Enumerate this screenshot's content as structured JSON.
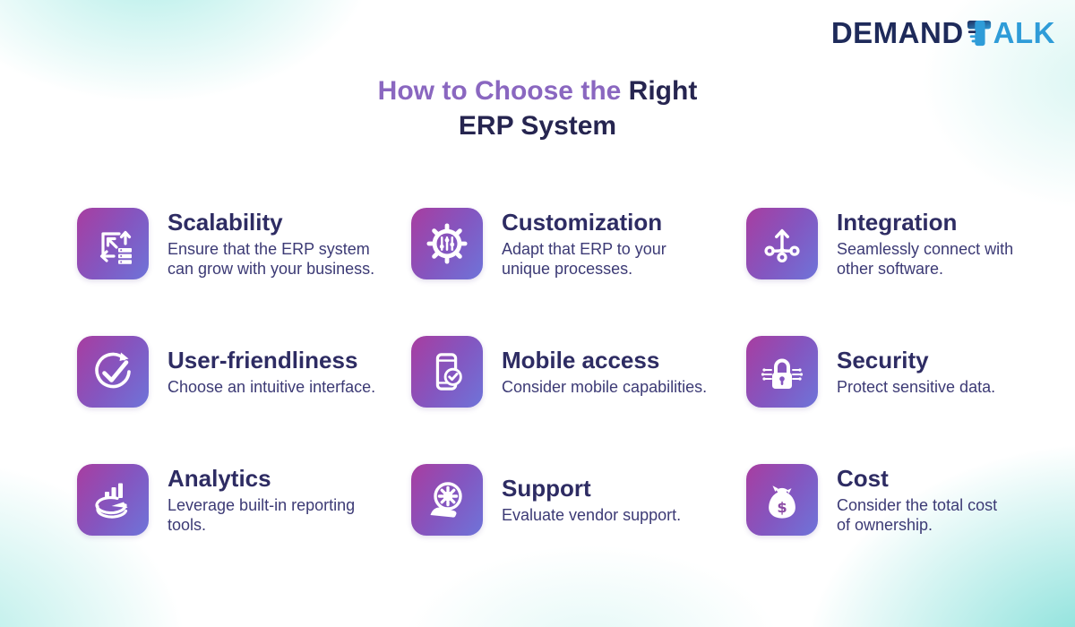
{
  "logo": {
    "part1": "DEMAND",
    "part2": "ALK",
    "t_icon": "logo-t-icon",
    "navy": "#1e2a5a",
    "blue": "#2f9cd8"
  },
  "title": {
    "line1_purple": "How to Choose the",
    "line1_dark": " Right",
    "line2": "ERP System"
  },
  "colors": {
    "heading_purple": "#8a67c0",
    "heading_dark": "#262550",
    "card_title": "#2e2c63",
    "card_description": "#3c3a75",
    "tile_gradient_start": "#a83da0",
    "tile_gradient_end": "#6e74d9",
    "background_glow": "#56d4cb"
  },
  "cards": [
    {
      "icon": "scalability-icon",
      "title": "Scalability",
      "description": "Ensure that the ERP system\ncan grow with your business."
    },
    {
      "icon": "customization-icon",
      "title": "Customization",
      "description": "Adapt that ERP to your\nunique processes."
    },
    {
      "icon": "integration-icon",
      "title": "Integration",
      "description": "Seamlessly connect with\nother software."
    },
    {
      "icon": "user-friendliness-icon",
      "title": "User-friendliness",
      "description": "Choose an intuitive interface."
    },
    {
      "icon": "mobile-access-icon",
      "title": "Mobile access",
      "description": "Consider mobile capabilities."
    },
    {
      "icon": "security-icon",
      "title": "Security",
      "description": "Protect sensitive data."
    },
    {
      "icon": "analytics-icon",
      "title": "Analytics",
      "description": "Leverage built-in reporting\ntools."
    },
    {
      "icon": "support-icon",
      "title": "Support",
      "description": "Evaluate vendor support."
    },
    {
      "icon": "cost-icon",
      "title": "Cost",
      "description": "Consider the total cost\nof ownership."
    }
  ]
}
